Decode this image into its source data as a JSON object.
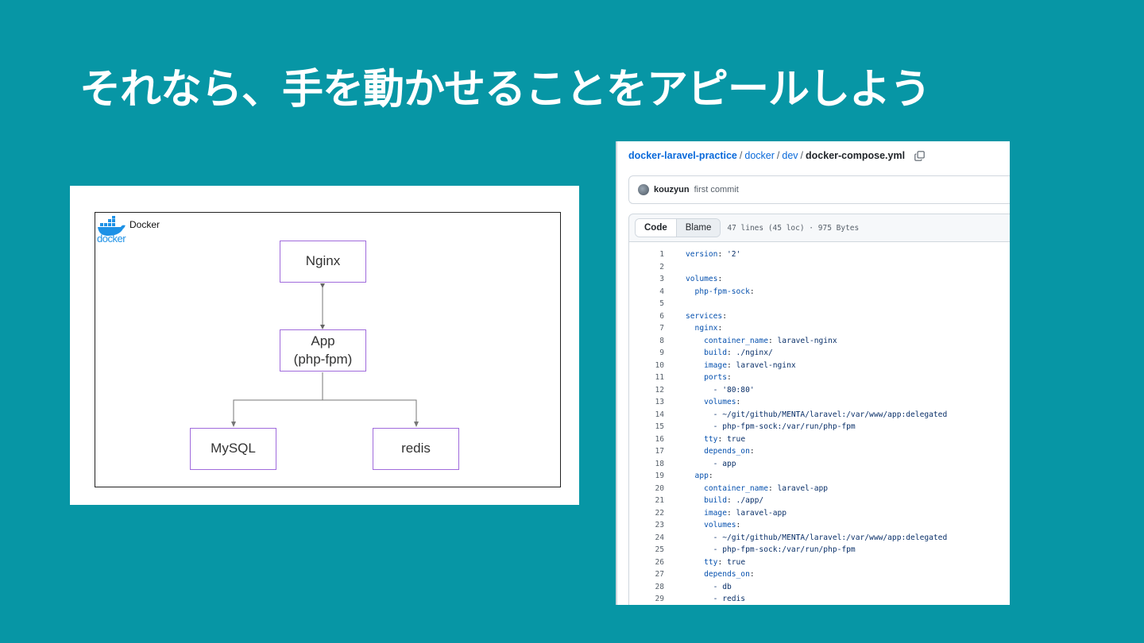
{
  "title": "それなら、手を動かせることをアピールしよう",
  "diagram": {
    "docker_label": "Docker",
    "docker_wordmark": "docker",
    "nodes": {
      "nginx": "Nginx",
      "app_line1": "App",
      "app_line2": "(php-fpm)",
      "mysql": "MySQL",
      "redis": "redis"
    },
    "colors": {
      "node_border": "#a06bdc",
      "docker_blue": "#1d91e6"
    }
  },
  "github": {
    "breadcrumb": {
      "repo": "docker-laravel-practice",
      "dir1": "docker",
      "dir2": "dev",
      "file": "docker-compose.yml",
      "separator": "/"
    },
    "commit": {
      "author": "kouzyun",
      "message": "first commit"
    },
    "tabs": {
      "code": "Code",
      "blame": "Blame"
    },
    "file_meta": "47 lines (45 loc) · 975 Bytes",
    "lines": [
      {
        "n": "1",
        "key": "version",
        "val": " '2'"
      },
      {
        "n": "2",
        "key": "",
        "val": ""
      },
      {
        "n": "3",
        "key": "volumes",
        "val": ""
      },
      {
        "n": "4",
        "key": "  php-fpm-sock",
        "val": ""
      },
      {
        "n": "5",
        "key": "",
        "val": ""
      },
      {
        "n": "6",
        "key": "services",
        "val": ""
      },
      {
        "n": "7",
        "key": "  nginx",
        "val": ""
      },
      {
        "n": "8",
        "key": "    container_name",
        "val": " laravel-nginx"
      },
      {
        "n": "9",
        "key": "    build",
        "val": " ./nginx/"
      },
      {
        "n": "10",
        "key": "    image",
        "val": " laravel-nginx"
      },
      {
        "n": "11",
        "key": "    ports",
        "val": ""
      },
      {
        "n": "12",
        "key": "",
        "val": "      - '80:80'"
      },
      {
        "n": "13",
        "key": "    volumes",
        "val": ""
      },
      {
        "n": "14",
        "key": "",
        "val": "      - ~/git/github/MENTA/laravel:/var/www/app:delegated"
      },
      {
        "n": "15",
        "key": "",
        "val": "      - php-fpm-sock:/var/run/php-fpm"
      },
      {
        "n": "16",
        "key": "    tty",
        "val": " true"
      },
      {
        "n": "17",
        "key": "    depends_on",
        "val": ""
      },
      {
        "n": "18",
        "key": "",
        "val": "      - app"
      },
      {
        "n": "19",
        "key": "  app",
        "val": ""
      },
      {
        "n": "20",
        "key": "    container_name",
        "val": " laravel-app"
      },
      {
        "n": "21",
        "key": "    build",
        "val": " ./app/"
      },
      {
        "n": "22",
        "key": "    image",
        "val": " laravel-app"
      },
      {
        "n": "23",
        "key": "    volumes",
        "val": ""
      },
      {
        "n": "24",
        "key": "",
        "val": "      - ~/git/github/MENTA/laravel:/var/www/app:delegated"
      },
      {
        "n": "25",
        "key": "",
        "val": "      - php-fpm-sock:/var/run/php-fpm"
      },
      {
        "n": "26",
        "key": "    tty",
        "val": " true"
      },
      {
        "n": "27",
        "key": "    depends_on",
        "val": ""
      },
      {
        "n": "28",
        "key": "",
        "val": "      - db"
      },
      {
        "n": "29",
        "key": "",
        "val": "      - redis"
      }
    ]
  }
}
